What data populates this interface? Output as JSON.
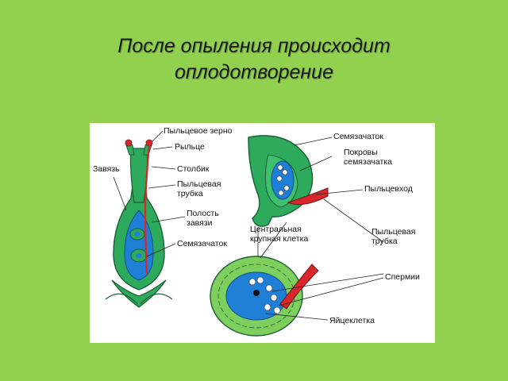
{
  "slide": {
    "title_line1": "После опыления происходит",
    "title_line2": "оплодотворение"
  },
  "labels": {
    "pollen_grain": "Пыльцевое зерно",
    "stigma": "Рыльце",
    "ovary": "Завязь",
    "style": "Столбик",
    "pollen_tube_1_line1": "Пыльцевая",
    "pollen_tube_1_line2": "трубка",
    "ovary_cavity_line1": "Полость",
    "ovary_cavity_line2": "завязи",
    "ovule_1": "Семязачаток",
    "ovule_2": "Семязачаток",
    "integuments_line1": "Покровы",
    "integuments_line2": "семязачатка",
    "micropyle": "Пыльцевход",
    "central_cell_line1": "Центральная",
    "central_cell_line2": "крупная клетка",
    "pollen_tube_2_line1": "Пыльцевая",
    "pollen_tube_2_line2": "трубка",
    "sperms": "Спермии",
    "egg_cell": "Яйцеклетка"
  },
  "colors": {
    "background": "#92d050",
    "tissue_green": "#2eaa5c",
    "cavity_blue": "#1f7fd6",
    "tube_red": "#d8262b",
    "panel": "#ffffff"
  }
}
